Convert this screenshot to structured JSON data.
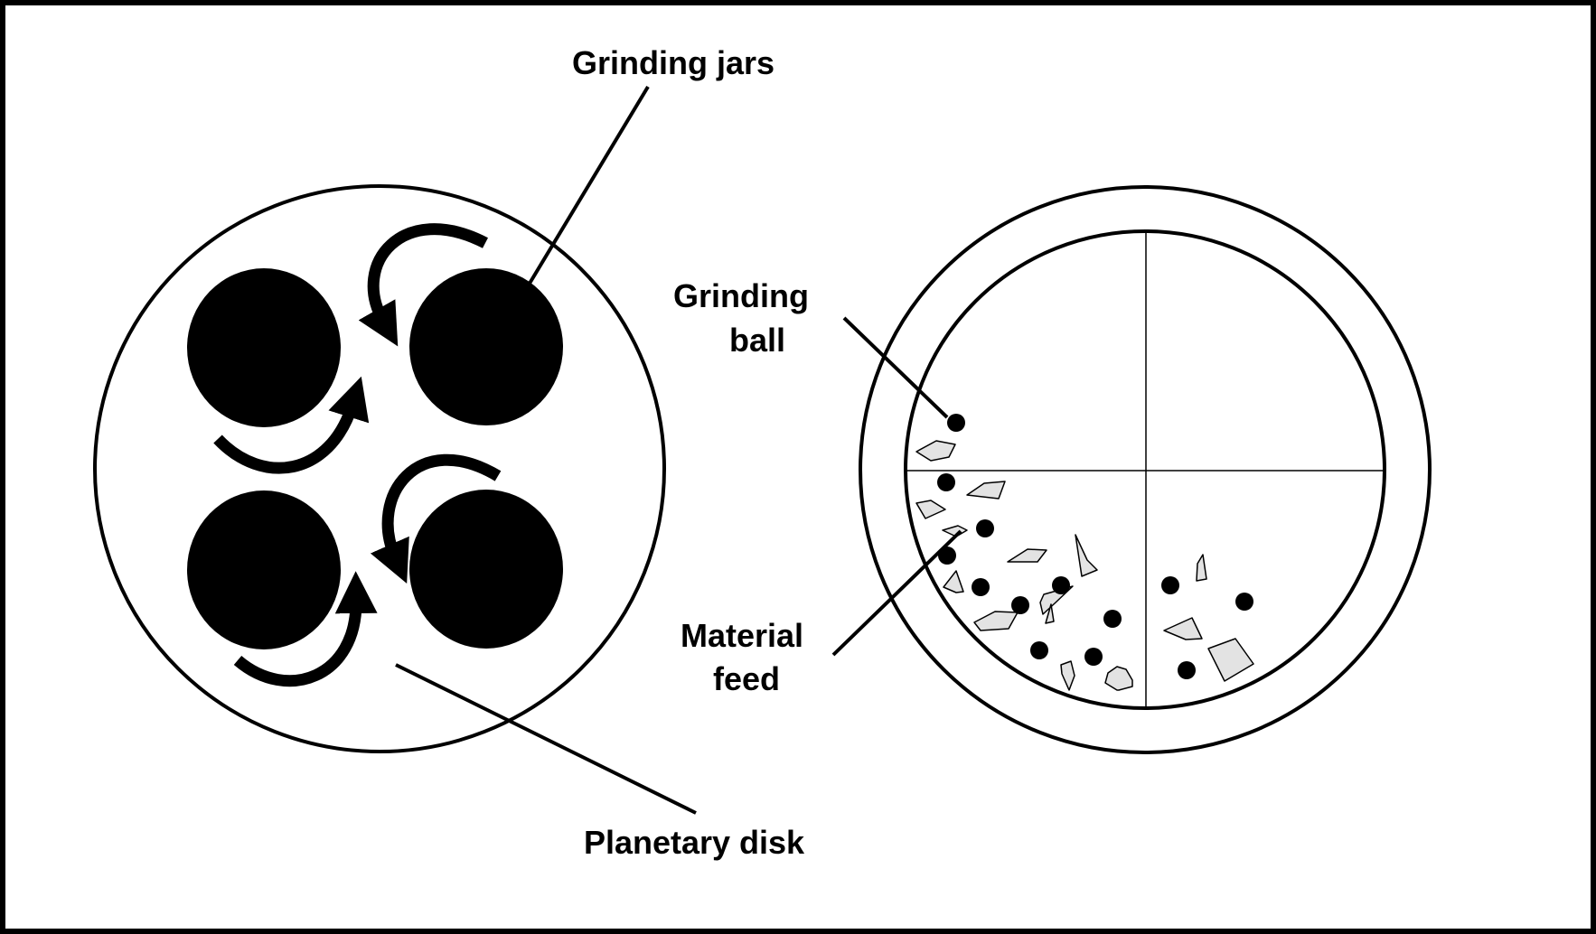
{
  "labels": {
    "grinding_jars": "Grinding jars",
    "grinding_ball_line1": "Grinding",
    "grinding_ball_line2": "ball",
    "material_feed_line1": "Material",
    "material_feed_line2": "feed",
    "planetary_disk": "Planetary disk"
  },
  "colors": {
    "stroke": "#000000",
    "fill_jar": "#000000",
    "fill_material": "#e3e3e3",
    "background": "#ffffff"
  }
}
